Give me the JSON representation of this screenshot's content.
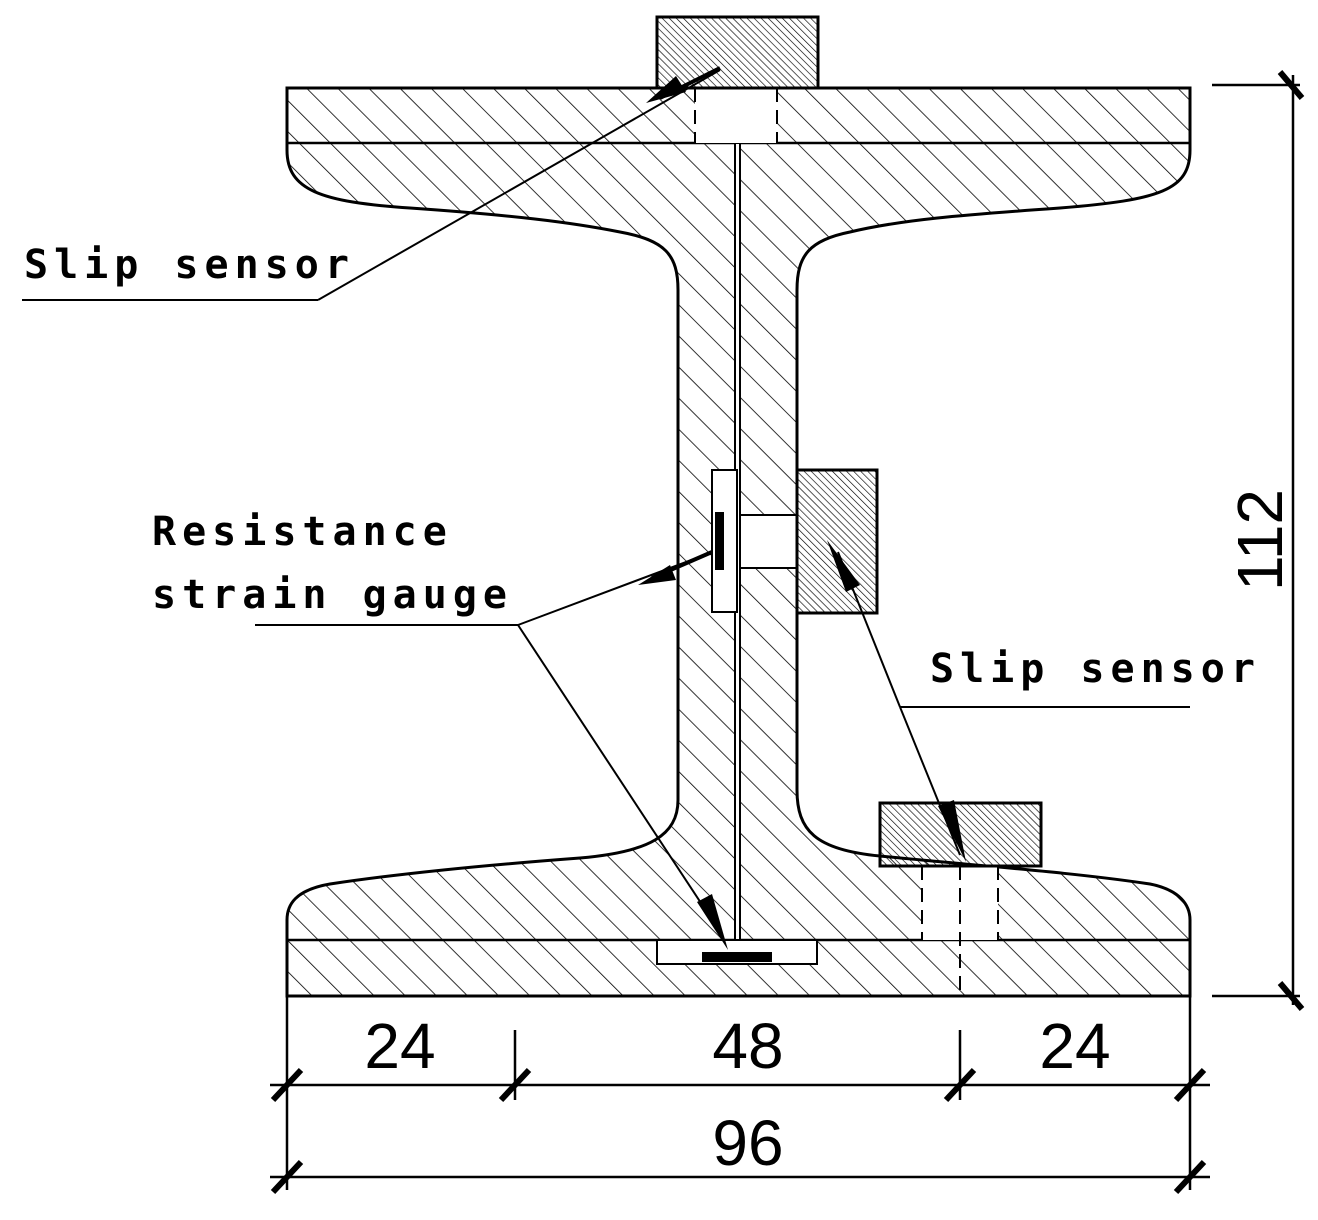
{
  "labels": {
    "slip_sensor_top": "Slip sensor",
    "strain_gauge_line1": "Resistance",
    "strain_gauge_line2": "strain gauge",
    "slip_sensor_right": "Slip sensor"
  },
  "dimensions": {
    "height": "112",
    "seg_left": "24",
    "seg_mid": "48",
    "seg_right": "24",
    "total_width": "96"
  },
  "colors": {
    "line": "#000000",
    "background": "#ffffff"
  }
}
